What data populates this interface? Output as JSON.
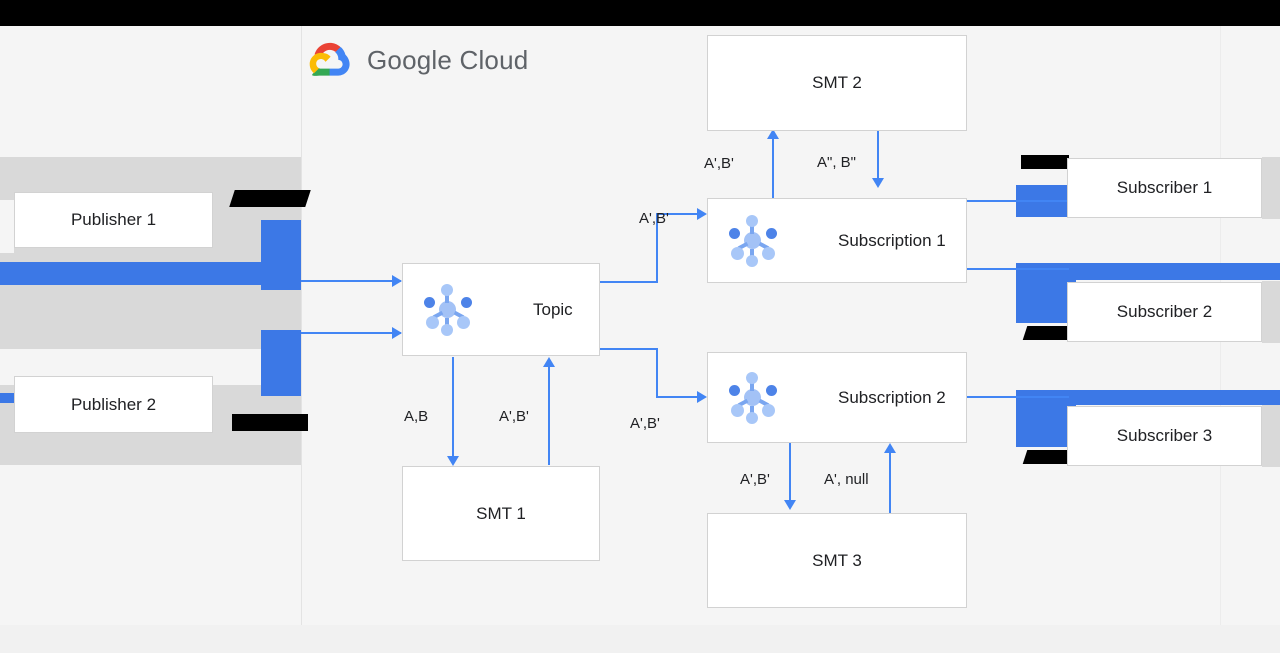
{
  "brand": {
    "logo_icon": "google-cloud-logo-icon",
    "name_primary": "Google",
    "name_secondary": "Cloud",
    "colors": {
      "blue": "#4285f4",
      "red": "#ea4335",
      "yellow": "#fbbc05",
      "green": "#34a853",
      "line_blue": "#4285f4",
      "glitch_blue": "#3c78e6",
      "glitch_gray": "#d9d9d9",
      "panel_bg": "#f5f5f5",
      "page_bg": "#f1f1f1",
      "box_border": "#d2d2d2",
      "text": "#202124"
    }
  },
  "diagram": {
    "type": "pubsub-architecture",
    "publishers": [
      {
        "id": "publisher-1",
        "label": "Publisher 1"
      },
      {
        "id": "publisher-2",
        "label": "Publisher 2"
      }
    ],
    "topic": {
      "id": "topic",
      "label": "Topic",
      "icon": "pubsub-icon"
    },
    "subscriptions": [
      {
        "id": "subscription-1",
        "label": "Subscription 1",
        "icon": "pubsub-icon"
      },
      {
        "id": "subscription-2",
        "label": "Subscription 2",
        "icon": "pubsub-icon"
      }
    ],
    "transforms": [
      {
        "id": "smt-1",
        "label": "SMT 1"
      },
      {
        "id": "smt-2",
        "label": "SMT 2"
      },
      {
        "id": "smt-3",
        "label": "SMT 3"
      }
    ],
    "subscribers": [
      {
        "id": "subscriber-1",
        "label": "Subscriber 1"
      },
      {
        "id": "subscriber-2",
        "label": "Subscriber 2"
      },
      {
        "id": "subscriber-3",
        "label": "Subscriber 3"
      }
    ],
    "edge_labels": {
      "topic_to_smt1": "A,B",
      "smt1_to_topic": "A',B'",
      "topic_to_subscription1": "A',B'",
      "topic_to_subscription2": "A',B'",
      "subscription1_to_smt2": "A',B'",
      "smt2_to_subscription1": "A\", B\"",
      "subscription2_to_smt3": "A',B'",
      "smt3_to_subscription2": "A', null"
    }
  }
}
